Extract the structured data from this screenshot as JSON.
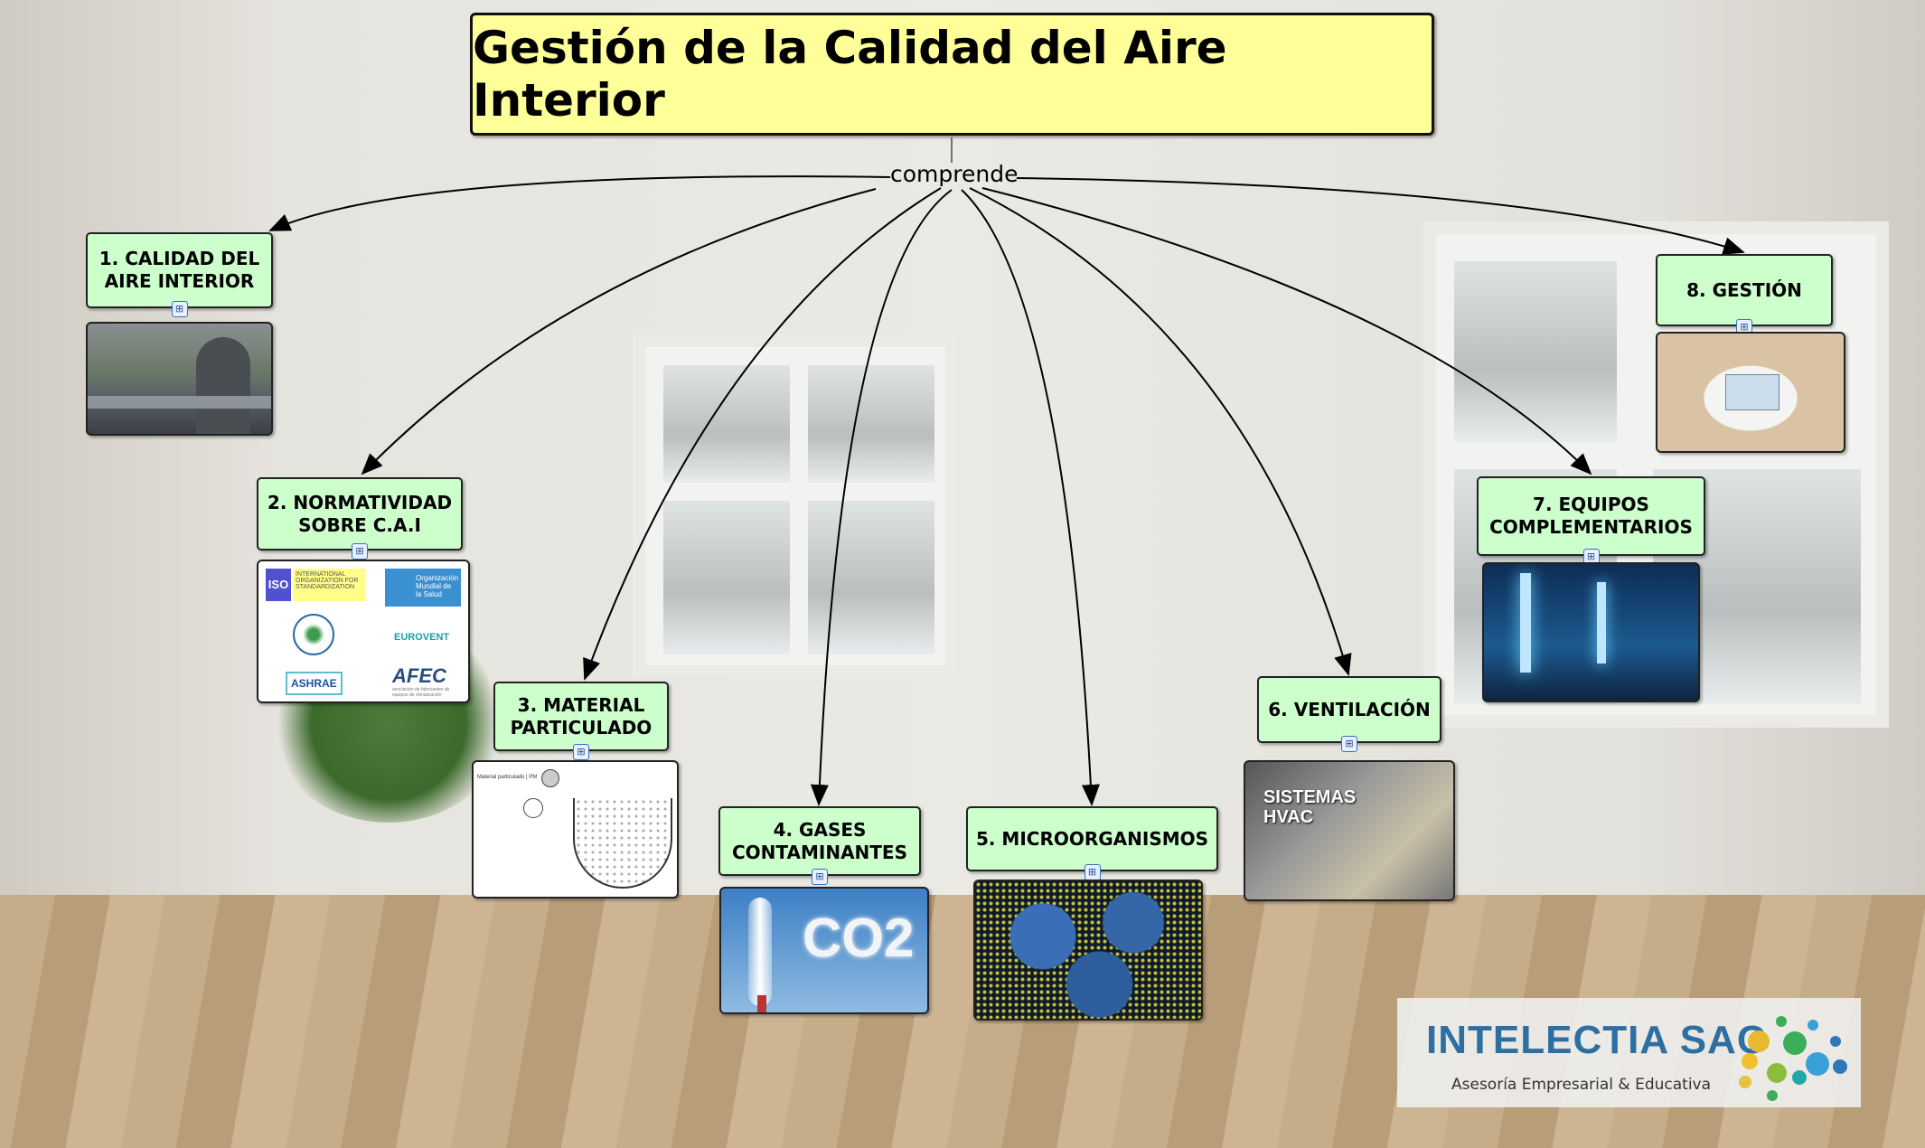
{
  "title": "Gestión de la Calidad del Aire Interior",
  "link_label": "comprende",
  "nodes": [
    {
      "label": "1. CALIDAD DEL AIRE INTERIOR",
      "image": "person-with-mask-on-bridge"
    },
    {
      "label": "2. NORMATIVIDAD SOBRE C.A.I",
      "image": "standards-logos"
    },
    {
      "label": "3. MATERIAL PARTICULADO",
      "image": "particulate-matter-diagram"
    },
    {
      "label": "4. GASES CONTAMINANTES",
      "image": "co2-smoke-sky"
    },
    {
      "label": "5. MICROORGANISMOS",
      "image": "microorganisms-micrograph"
    },
    {
      "label": "6. VENTILACIÓN",
      "image": "hvac-systems"
    },
    {
      "label": "7. EQUIPOS COMPLEMENTARIOS",
      "image": "uv-lamps-room"
    },
    {
      "label": "8. GESTIÓN",
      "image": "team-meeting-table"
    }
  ],
  "normativity_logos": {
    "iso": "ISO",
    "iso_text": "INTERNATIONAL ORGANIZATION FOR STANDARDIZATION",
    "who": "Organización Mundial de la Salud",
    "eurovent": "EUROVENT",
    "ashrae": "ASHRAE",
    "afec": "AFEC",
    "afec_sub": "asociación de fabricantes de equipos de climatización"
  },
  "pm_image": {
    "caption": "Material particulado | PM"
  },
  "co2_image": {
    "text": "CO2"
  },
  "hvac_image": {
    "title": "SISTEMAS HVAC"
  },
  "subconcept_icon": "concept-map-icon",
  "logo": {
    "name": "INTELECTIA SAC",
    "tagline": "Asesoría Empresarial & Educativa"
  }
}
